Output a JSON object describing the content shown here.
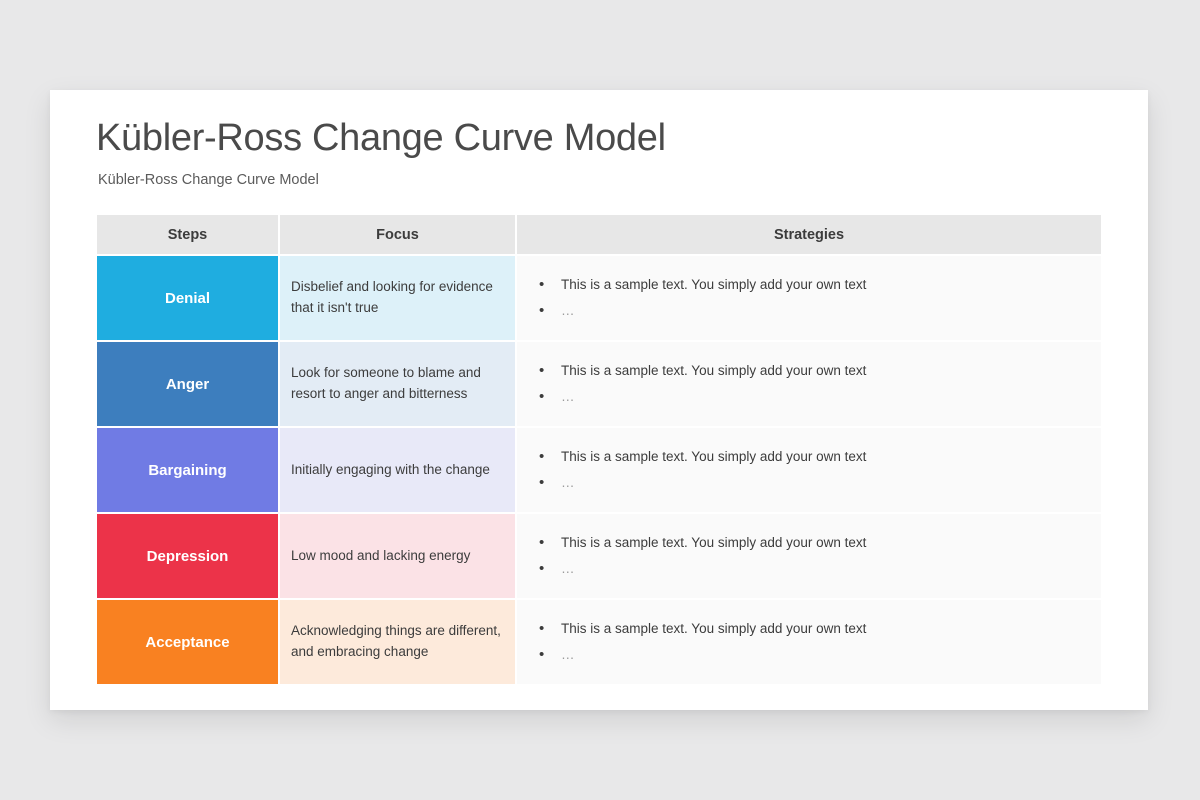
{
  "slide": {
    "title": "Kübler-Ross Change Curve Model",
    "subtitle": "Kübler-Ross Change Curve Model",
    "background_color": "#e8e8e9",
    "card_color": "#ffffff"
  },
  "table": {
    "header_bg": "#e7e7e7",
    "strategies_bg": "#fafafa",
    "headers": {
      "steps": "Steps",
      "focus": "Focus",
      "strategies": "Strategies"
    },
    "rows": [
      {
        "step": "Denial",
        "step_color": "#1fade0",
        "focus_color": "#ddf1f9",
        "focus": "Disbelief and looking for evidence that it isn't true",
        "strategies": [
          "This is a sample text. You simply add your own text",
          "…"
        ]
      },
      {
        "step": "Anger",
        "step_color": "#3d7ebe",
        "focus_color": "#e3ecf5",
        "focus": "Look for someone to blame and resort to anger and bitterness",
        "strategies": [
          "This is a sample text. You simply add your own text",
          "…"
        ]
      },
      {
        "step": "Bargaining",
        "step_color": "#707be4",
        "focus_color": "#e8e9f8",
        "focus": "Initially engaging with the change",
        "strategies": [
          "This is a sample text. You simply add your own text",
          "…"
        ]
      },
      {
        "step": "Depression",
        "step_color": "#ec3349",
        "focus_color": "#fbe2e6",
        "focus": "Low mood and lacking energy",
        "strategies": [
          "This is a sample text. You simply add your own text",
          "…"
        ]
      },
      {
        "step": "Acceptance",
        "step_color": "#f98121",
        "focus_color": "#fdeadb",
        "focus": "Acknowledging things are different, and embracing change",
        "strategies": [
          "This is a sample text. You simply add your own text",
          "…"
        ]
      }
    ]
  }
}
